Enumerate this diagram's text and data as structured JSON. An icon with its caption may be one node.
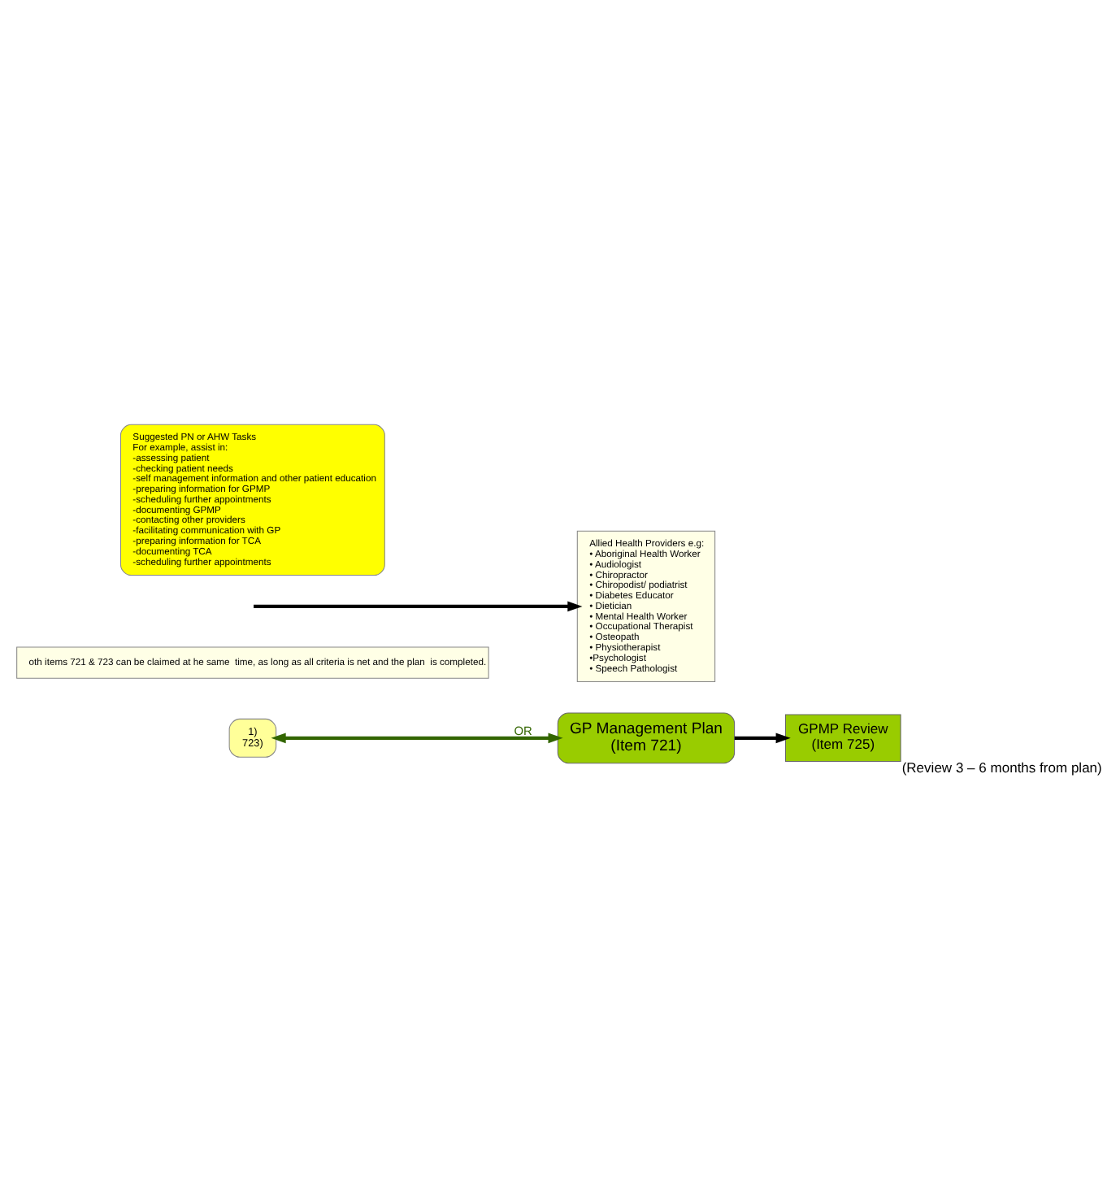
{
  "diagram": {
    "nodes": [
      {
        "text": [
          "1)",
          "723)"
        ]
      },
      {
        "text": [
          "oth items 721 & 723 can be claimed at he same  time, as long as all criteria is net and the plan  is completed."
        ]
      },
      {
        "text": [
          "GP Management Plan",
          "(Item 721)"
        ]
      },
      {
        "text": [
          "GPMP Review",
          "(Item 725)"
        ],
        "beside": [
          "(Review 3 – 6 months from plan)"
        ]
      },
      {
        "text": [
          "Allied Health Providers e.g:",
          "• Aboriginal Health Worker",
          "• Audiologist",
          "• Chiropractor",
          "• Chiropodist/ podiatrist",
          "• Diabetes Educator",
          "• Dietician",
          "• Mental Health Worker",
          "• Occupational Therapist",
          "• Osteopath",
          "• Physiotherapist",
          "•Psychologist",
          "• Speech Pathologist"
        ]
      },
      {
        "text": [
          "Suggested PN or AHW Tasks",
          "For example, assist in:",
          "-assessing patient",
          "-checking patient needs",
          "-self management information and other patient education",
          "-preparing information for GPMP",
          "-scheduling further appointments",
          "-documenting GPMP",
          "-contacting other providers",
          "-facilitating communication with GP",
          "-preparing information for TCA",
          "-documenting TCA",
          "-scheduling further appointments"
        ]
      }
    ],
    "edges": [
      {
        "from": 0,
        "to": 2,
        "arrow": "both",
        "label": "OR",
        "color": "#336600"
      },
      {
        "from": 2,
        "to": 3,
        "arrow": "to"
      },
      {
        "from": null,
        "to": 4,
        "arrow": "to"
      }
    ]
  }
}
